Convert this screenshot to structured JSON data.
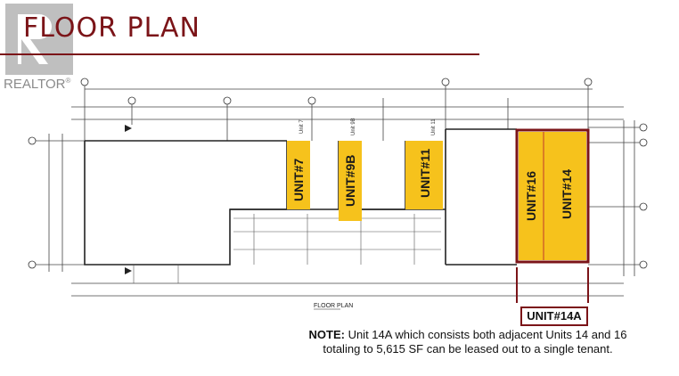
{
  "header": {
    "title": "FLOOR PLAN"
  },
  "logo": {
    "text": "REALTOR",
    "mark": "®"
  },
  "plan": {
    "units": [
      {
        "id": "unit7",
        "label": "UNIT#7",
        "tag": "Unit 7"
      },
      {
        "id": "unit9b",
        "label": "UNIT#9B",
        "tag": "Unit 9B"
      },
      {
        "id": "unit11",
        "label": "UNIT#11",
        "tag": "Unit 11"
      },
      {
        "id": "unit16",
        "label": "UNIT#16"
      },
      {
        "id": "unit14",
        "label": "UNIT#14"
      }
    ],
    "combined_label": "UNIT#14A",
    "caption": "FLOOR PLAN"
  },
  "note": {
    "prefix": "NOTE:",
    "line1": " Unit 14A which consists both adjacent Units 14 and 16",
    "line2": "totaling to 5,615 SF can be leased out to a single tenant."
  },
  "colors": {
    "accent": "#7b1418",
    "unit_fill": "#f6c21c",
    "line": "#333333"
  }
}
